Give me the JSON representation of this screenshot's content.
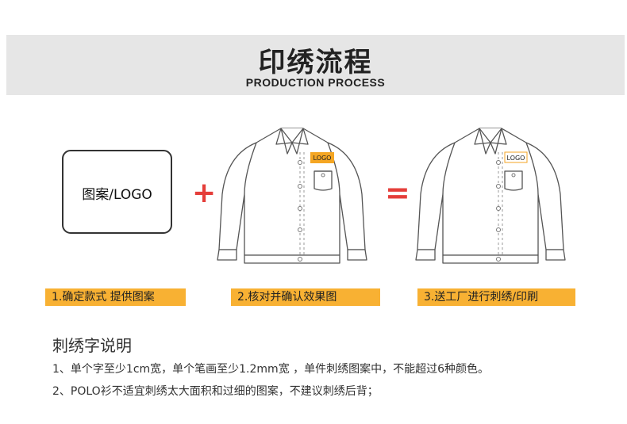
{
  "header": {
    "title": "印绣流程",
    "subtitle": "PRODUCTION PROCESS"
  },
  "design_box": {
    "label": "图案/LOGO"
  },
  "operators": {
    "plus": "+",
    "equals": "="
  },
  "shirts": [
    {
      "tag": "LOGO"
    },
    {
      "tag": "LOGO"
    }
  ],
  "steps": [
    {
      "label": "1.确定款式 提供图案"
    },
    {
      "label": "2.核对并确认效果图"
    },
    {
      "label": "3.送工厂进行刺绣/印刷"
    }
  ],
  "notes": {
    "title": "刺绣字说明",
    "lines": [
      "1、单个字至少1cm宽，单个笔画至少1.2mm宽 ，单件刺绣图案中，不能超过6种颜色。",
      "2、POLO衫不适宜刺绣太大面积和过细的图案，不建议刺绣后背；"
    ]
  },
  "colors": {
    "banner_bg": "#e6e6e6",
    "step_bg": "#f8b133",
    "operator": "#e53e3a",
    "logo_tag": "#f5a623"
  }
}
